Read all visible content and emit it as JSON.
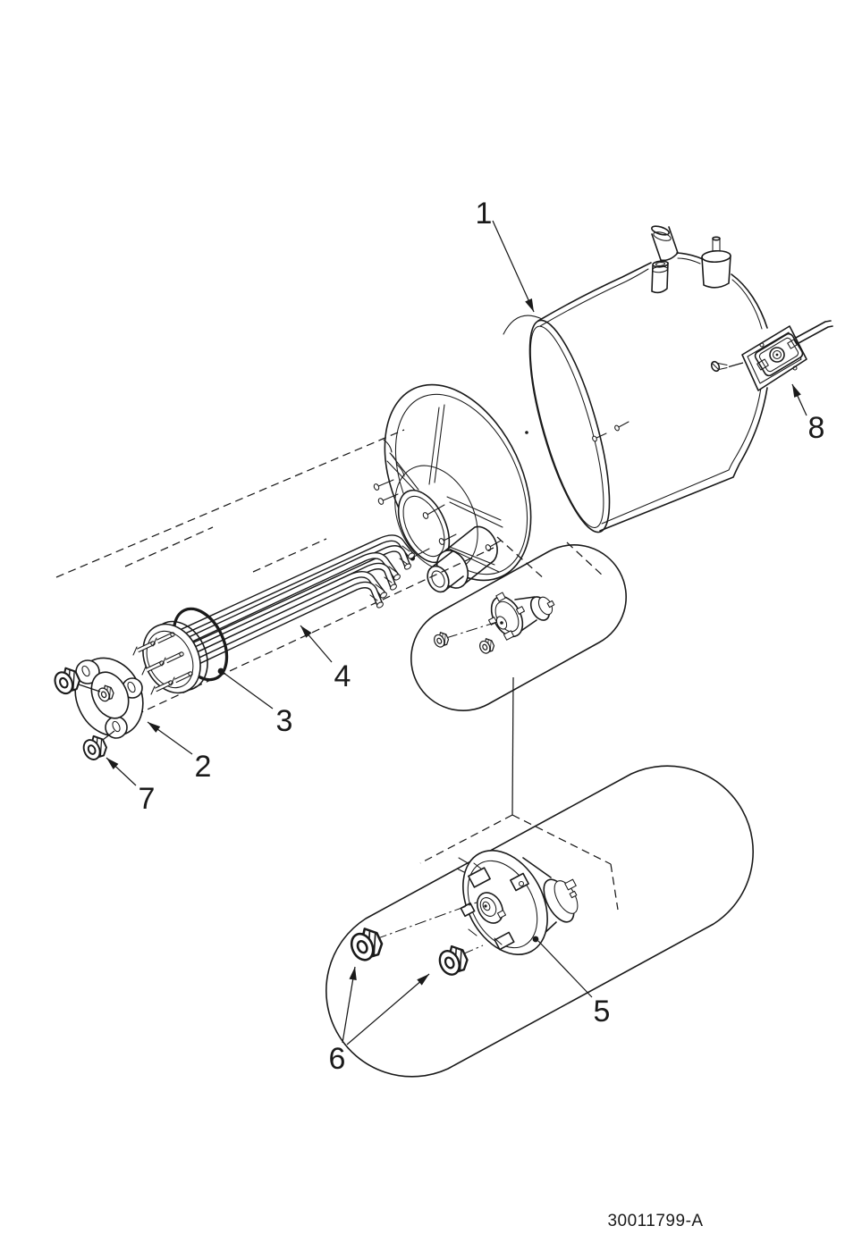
{
  "figure": {
    "type": "exploded-parts-diagram",
    "background_color": "#ffffff",
    "line_color": "#1a1a1a",
    "drawing_number": "30011799-A",
    "callouts": [
      {
        "label": "1"
      },
      {
        "label": "2"
      },
      {
        "label": "3"
      },
      {
        "label": "4"
      },
      {
        "label": "5"
      },
      {
        "label": "6"
      },
      {
        "label": "7"
      },
      {
        "label": "8"
      }
    ]
  }
}
